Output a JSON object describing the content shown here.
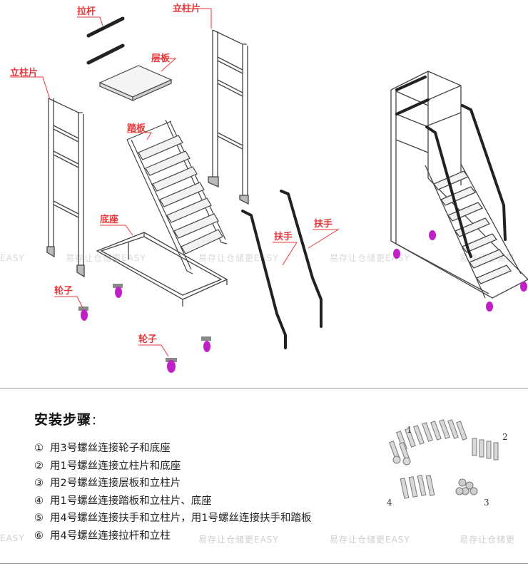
{
  "diagram": {
    "labels": {
      "lagan": "拉杆",
      "lizhupian_top": "立柱片",
      "cengban": "层板",
      "lizhupian_left": "立柱片",
      "taban": "踏板",
      "dizuo": "底座",
      "fushou_1": "扶手",
      "fushou_2": "扶手",
      "lunzi_1": "轮子",
      "lunzi_2": "轮子"
    },
    "label_color": "#e8373b",
    "wheel_color": "#c020c8"
  },
  "watermarks": {
    "easy": "EASY",
    "brand": "易存让仓储更EASY",
    "brand_plain": "易存让仓储更"
  },
  "steps": {
    "title": "安装步骤",
    "colon": "：",
    "items": [
      {
        "num": "①",
        "text": "用3号螺丝连接轮子和底座"
      },
      {
        "num": "②",
        "text": "用1号螺丝连接立柱片和底座"
      },
      {
        "num": "③",
        "text": "用2号螺丝连接层板和立柱片"
      },
      {
        "num": "④",
        "text": "用1号螺丝连接踏板和立柱片、底座"
      },
      {
        "num": "⑤",
        "text": "用4号螺丝连接扶手和立柱片，用1号螺丝连接扶手和踏板"
      },
      {
        "num": "⑥",
        "text": "用4号螺丝连接拉杆和立柱"
      }
    ]
  },
  "screws": {
    "labels": [
      "1",
      "2",
      "3",
      "4"
    ]
  }
}
